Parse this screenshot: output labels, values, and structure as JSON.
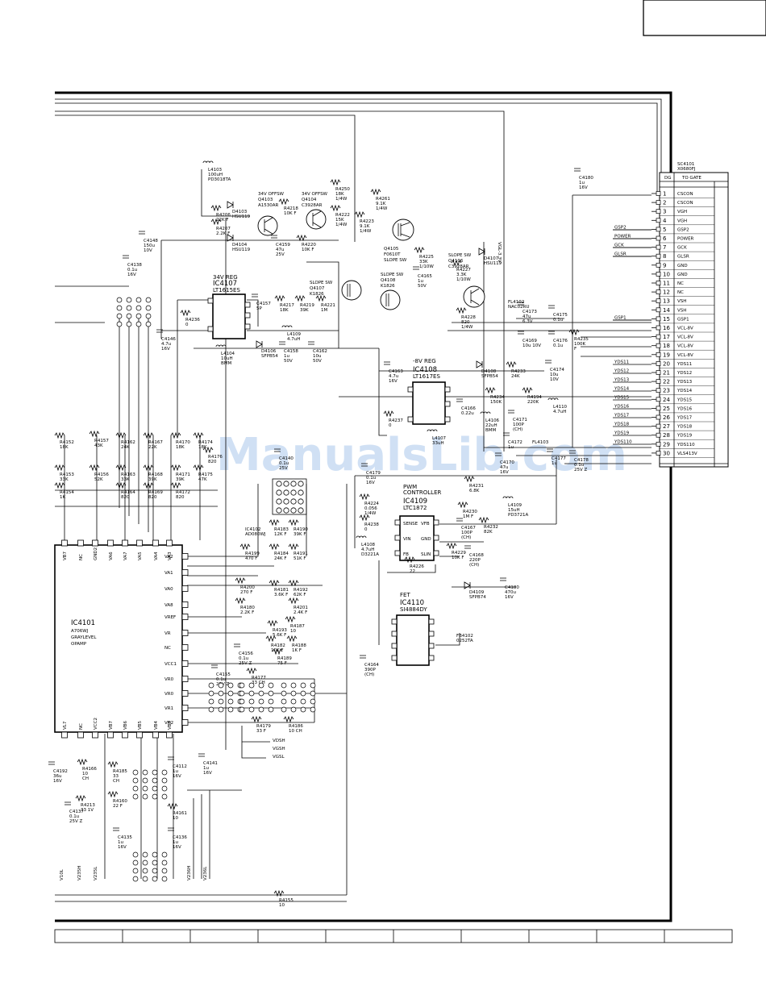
{
  "watermark": "ManualsLib.com",
  "corner_box_label": "",
  "connector": {
    "ref": "SC4101",
    "part": "X0680FJ",
    "hdr_left": "DG",
    "hdr_right": "TO GATE",
    "pins": [
      {
        "n": "1",
        "sig": "CSCON"
      },
      {
        "n": "2",
        "sig": "CSCON"
      },
      {
        "n": "3",
        "sig": "VGH"
      },
      {
        "n": "4",
        "sig": "VGH"
      },
      {
        "n": "5",
        "sig": "GSP2"
      },
      {
        "n": "6",
        "sig": "POWER"
      },
      {
        "n": "7",
        "sig": "GCK"
      },
      {
        "n": "8",
        "sig": "GLSR"
      },
      {
        "n": "9",
        "sig": "GND"
      },
      {
        "n": "10",
        "sig": "GND"
      },
      {
        "n": "11",
        "sig": "NC"
      },
      {
        "n": "12",
        "sig": "NC"
      },
      {
        "n": "13",
        "sig": "VSH"
      },
      {
        "n": "14",
        "sig": "VSH"
      },
      {
        "n": "15",
        "sig": "GSP1"
      },
      {
        "n": "16",
        "sig": "VCL-8V"
      },
      {
        "n": "17",
        "sig": "VCL-8V"
      },
      {
        "n": "18",
        "sig": "VCL-8V"
      },
      {
        "n": "19",
        "sig": "VCL-8V"
      },
      {
        "n": "20",
        "sig": "YDS11"
      },
      {
        "n": "21",
        "sig": "YDS12"
      },
      {
        "n": "22",
        "sig": "YDS13"
      },
      {
        "n": "23",
        "sig": "YDS14"
      },
      {
        "n": "24",
        "sig": "YDS15"
      },
      {
        "n": "25",
        "sig": "YDS16"
      },
      {
        "n": "26",
        "sig": "YDS17"
      },
      {
        "n": "27",
        "sig": "YDS18"
      },
      {
        "n": "28",
        "sig": "YDS19"
      },
      {
        "n": "29",
        "sig": "YDS110"
      },
      {
        "n": "30",
        "sig": "VLS413V"
      }
    ],
    "left_labels": [
      "GSP2",
      "POWER",
      "GCK",
      "GLSR",
      "GSP1",
      "YDS11",
      "YDS12",
      "YDS13",
      "YDS14",
      "YDS15",
      "YDS16",
      "YDS17",
      "YDS18",
      "YDS19",
      "YDS110"
    ]
  },
  "ics": {
    "ic4101": {
      "ref": "IC4101",
      "part": "A706WJ",
      "desc1": "GRAYLEVEL",
      "desc2": "OPAMP"
    },
    "ic4107": {
      "ref": "IC4107",
      "part": "LT1615ES",
      "title": "34V REG"
    },
    "ic4108": {
      "ref": "IC4108",
      "part": "LT1617ES",
      "title": "-8V REG"
    },
    "ic4109": {
      "ref": "IC4109",
      "part": "LTC1872",
      "title1": "PWM",
      "title2": "CONTROLLER"
    },
    "ic4110": {
      "ref": "IC4110",
      "part": "SI4884DY",
      "title": "FET"
    }
  },
  "ic4101_left_pins": [
    "VA2",
    "VA1",
    "VA0",
    "VA8",
    "VREF",
    "VR",
    "NC",
    "VCC1",
    "VR0",
    "VR0",
    "VR1",
    "VR2"
  ],
  "ic4101_top_pins": [
    "VB7",
    "NC",
    "GND2",
    "VA6",
    "VA7",
    "VA5",
    "VA4",
    "VA3"
  ],
  "ic4101_bottom_pins": [
    "VL7",
    "NC",
    "VCC2",
    "VB7",
    "VB6",
    "VB5",
    "VB4",
    "VB3"
  ],
  "ic4109_pins": {
    "l1": "SENSE",
    "l2": "VIN",
    "l3": "FB",
    "r1": "VFB",
    "r2": "GND",
    "r3": "SLIN"
  },
  "transistors": [
    {
      "title": "34V OFFSW",
      "ref": "Q4103",
      "part": "A1530AR"
    },
    {
      "title": "34V OFFSW",
      "ref": "Q4104",
      "part": "C3928AR"
    },
    {
      "title": "",
      "ref": "Q4105",
      "part": "F0610T",
      "sub": "SLOPE SW"
    },
    {
      "title": "SLOPE SW",
      "ref": "Q4106",
      "part": "C3928AR"
    },
    {
      "title": "SLOPE SW",
      "ref": "Q4107",
      "part": "K1826"
    },
    {
      "title": "SLOPE SW",
      "ref": "Q4108",
      "part": "K1826"
    }
  ],
  "parts": [
    {
      "ref": "L4103",
      "v1": "100uH",
      "v2": "PD3018TA"
    },
    {
      "ref": "R4206",
      "v1": "22K F"
    },
    {
      "ref": "R4207",
      "v1": "2.2K F"
    },
    {
      "ref": "D4103",
      "v1": "HSU119"
    },
    {
      "ref": "D4104",
      "v1": "HSU119"
    },
    {
      "ref": "R4218",
      "v1": "10K F"
    },
    {
      "ref": "C4159",
      "v1": "47u",
      "v2": "25V"
    },
    {
      "ref": "R4220",
      "v1": "10K F"
    },
    {
      "ref": "R4250",
      "v1": "18K",
      "v2": "1/4W"
    },
    {
      "ref": "R4222",
      "v1": "15K",
      "v2": "1/4W"
    },
    {
      "ref": "R4223",
      "v1": "9.1K",
      "v2": "1/4W"
    },
    {
      "ref": "R4261",
      "v1": "9.1K",
      "v2": "1/4W"
    },
    {
      "ref": "C4148",
      "v1": "150u",
      "v2": "10V"
    },
    {
      "ref": "C4138",
      "v1": "0.1u",
      "v2": "16V"
    },
    {
      "ref": "R4225",
      "v1": "33K",
      "v2": "1/10W"
    },
    {
      "ref": "R4227",
      "v1": "3.3K",
      "v2": "1/10W"
    },
    {
      "ref": "D4107",
      "v1": "HSU119"
    },
    {
      "ref": "C4165",
      "v1": "1u",
      "v2": "50V"
    },
    {
      "ref": "R4217",
      "v1": "18K"
    },
    {
      "ref": "R4219",
      "v1": "39K"
    },
    {
      "ref": "R4221",
      "v1": "1M"
    },
    {
      "ref": "C4157",
      "v1": "5P"
    },
    {
      "ref": "R4236",
      "v1": "0"
    },
    {
      "ref": "C4146",
      "v1": "4.7u",
      "v2": "16V"
    },
    {
      "ref": "L4104",
      "v1": "10uH",
      "v2": "BMM"
    },
    {
      "ref": "L4109",
      "v1": "4.7uH"
    },
    {
      "ref": "D4106",
      "v1": "SFPB54"
    },
    {
      "ref": "C4158",
      "v1": "1u",
      "v2": "50V"
    },
    {
      "ref": "C4162",
      "v1": "10u",
      "v2": "50V"
    },
    {
      "ref": "R4228",
      "v1": "820",
      "v2": "1/4W"
    },
    {
      "ref": "FL4102",
      "v1": "NAC02RU"
    },
    {
      "ref": "C4173",
      "v1": "47u",
      "v2": "6.3V"
    },
    {
      "ref": "C4175",
      "v1": "0.1u"
    },
    {
      "ref": "C4169",
      "v1": "10u 10V"
    },
    {
      "ref": "C4176",
      "v1": "0.1u"
    },
    {
      "ref": "R4235",
      "v1": "100K",
      "v2": "F"
    },
    {
      "ref": "C4180",
      "v1": "1u",
      "v2": "16V"
    },
    {
      "ref": "C4163",
      "v1": "4.7u",
      "v2": "16V"
    },
    {
      "ref": "D4108",
      "v1": "SFPB54"
    },
    {
      "ref": "R4233",
      "v1": "24K"
    },
    {
      "ref": "C4174",
      "v1": "10u",
      "v2": "10V"
    },
    {
      "ref": "R4237",
      "v1": "0"
    },
    {
      "ref": "C4166",
      "v1": "0.22u"
    },
    {
      "ref": "R4234",
      "v1": "150K"
    },
    {
      "ref": "R4194",
      "v1": "220K"
    },
    {
      "ref": "L4106",
      "v1": "22uH",
      "v2": "BMM"
    },
    {
      "ref": "C4171",
      "v1": "100P",
      "v2": "(CH)"
    },
    {
      "ref": "L4110",
      "v1": "4.7uH"
    },
    {
      "ref": "L4107",
      "v1": "33uH"
    },
    {
      "ref": "C4172",
      "v1": "1u"
    },
    {
      "ref": "C4170",
      "v1": "47u",
      "v2": "16V"
    },
    {
      "ref": "FL4103"
    },
    {
      "ref": "C4177",
      "v1": "1u"
    },
    {
      "ref": "C4178",
      "v1": "0.1u",
      "v2": "25V Z"
    },
    {
      "ref": "C4179",
      "v1": "0.1u",
      "v2": "16V"
    },
    {
      "ref": "R4231",
      "v1": "6.8K"
    },
    {
      "ref": "R4224",
      "v1": "0.056",
      "v2": "1/4W"
    },
    {
      "ref": "R4230",
      "v1": "1M F"
    },
    {
      "ref": "L4109",
      "v1": "15uH",
      "v2": "PD3721A"
    },
    {
      "ref": "R4238",
      "v1": "0"
    },
    {
      "ref": "C4167",
      "v1": "100P",
      "v2": "(CH)"
    },
    {
      "ref": "R4232",
      "v1": "82K"
    },
    {
      "ref": "L4108",
      "v1": "4.7uH",
      "v2": "D3221A"
    },
    {
      "ref": "R4229",
      "v1": "10K F"
    },
    {
      "ref": "C4168",
      "v1": "220P",
      "v2": "(CH)"
    },
    {
      "ref": "R4226",
      "v1": "22"
    },
    {
      "ref": "D4109",
      "v1": "SFPB74"
    },
    {
      "ref": "C4180",
      "v1": "470u",
      "v2": "16V"
    },
    {
      "ref": "C4164",
      "v1": "390P",
      "v2": "(CH)"
    },
    {
      "ref": "FB4102",
      "v1": "0252TA"
    },
    {
      "ref": "R4152",
      "v1": "18K"
    },
    {
      "ref": "R4153",
      "v1": "33K"
    },
    {
      "ref": "R4154",
      "v1": "1K"
    },
    {
      "ref": "R4157",
      "v1": "43K"
    },
    {
      "ref": "R4156",
      "v1": "52K"
    },
    {
      "ref": "R4162",
      "v1": "24K"
    },
    {
      "ref": "R4163",
      "v1": "33K"
    },
    {
      "ref": "R4164",
      "v1": "820"
    },
    {
      "ref": "R4167",
      "v1": "22K"
    },
    {
      "ref": "R4168",
      "v1": "39K"
    },
    {
      "ref": "R4169",
      "v1": "820"
    },
    {
      "ref": "R4170",
      "v1": "18K"
    },
    {
      "ref": "R4171",
      "v1": "39K"
    },
    {
      "ref": "R4172",
      "v1": "820"
    },
    {
      "ref": "R4174",
      "v1": "18K"
    },
    {
      "ref": "R4175",
      "v1": "47K"
    },
    {
      "ref": "R4176",
      "v1": "820"
    },
    {
      "ref": "C4140",
      "v1": "0.1u",
      "v2": "25V"
    },
    {
      "ref": "IC4102",
      "v1": "AD080WJ"
    },
    {
      "ref": "R4183",
      "v1": "12K F"
    },
    {
      "ref": "R4190",
      "v1": "39K F"
    },
    {
      "ref": "R4199",
      "v1": "470 F"
    },
    {
      "ref": "R4184",
      "v1": "24K F"
    },
    {
      "ref": "R4191",
      "v1": "51K F"
    },
    {
      "ref": "R4200",
      "v1": "270 F"
    },
    {
      "ref": "R4180",
      "v1": "2.2K F"
    },
    {
      "ref": "R4181",
      "v1": "3.6K F"
    },
    {
      "ref": "R4192",
      "v1": "62K F"
    },
    {
      "ref": "R4201",
      "v1": "2.4K F"
    },
    {
      "ref": "R4193",
      "v1": "5.6K F"
    },
    {
      "ref": "R4187",
      "v1": "10"
    },
    {
      "ref": "C4156",
      "v1": "0.1u",
      "v2": "25V Z"
    },
    {
      "ref": "R4182",
      "v1": "10K F"
    },
    {
      "ref": "R4188",
      "v1": "1K F"
    },
    {
      "ref": "R4189",
      "v1": "75 F"
    },
    {
      "ref": "C4155",
      "v1": "0.1u",
      "v2": "25V Z"
    },
    {
      "ref": "R4177",
      "v1": "33 CH"
    },
    {
      "ref": "R4179",
      "v1": "33 F"
    },
    {
      "ref": "R4186",
      "v1": "10 CH"
    },
    {
      "ref": "C4112",
      "v1": "1u",
      "v2": "16V"
    },
    {
      "ref": "R4185",
      "v1": "33",
      "v2": "CH"
    },
    {
      "ref": "R4160",
      "v1": "22 F"
    },
    {
      "ref": "R4161",
      "v1": "10"
    },
    {
      "ref": "R4166",
      "v1": "10",
      "v2": "CH"
    },
    {
      "ref": "C4137",
      "v1": "0.1u",
      "v2": "25V Z"
    },
    {
      "ref": "C4135",
      "v1": "1u",
      "v2": "16V"
    },
    {
      "ref": "C4136",
      "v1": "1u",
      "v2": "16V"
    },
    {
      "ref": "C4141",
      "v1": "1u",
      "v2": "16V"
    },
    {
      "ref": "C4192",
      "v1": "36u",
      "v2": "16V"
    },
    {
      "ref": "R4155",
      "v1": "10"
    },
    {
      "ref": "R4213",
      "v1": "33 1V"
    }
  ],
  "bottom_nets": [
    "VDSH",
    "VGSH",
    "VGSL",
    "V10L",
    "V235H",
    "V235L",
    "V236H",
    "V236L"
  ],
  "side_text": "VGL-3.3V"
}
